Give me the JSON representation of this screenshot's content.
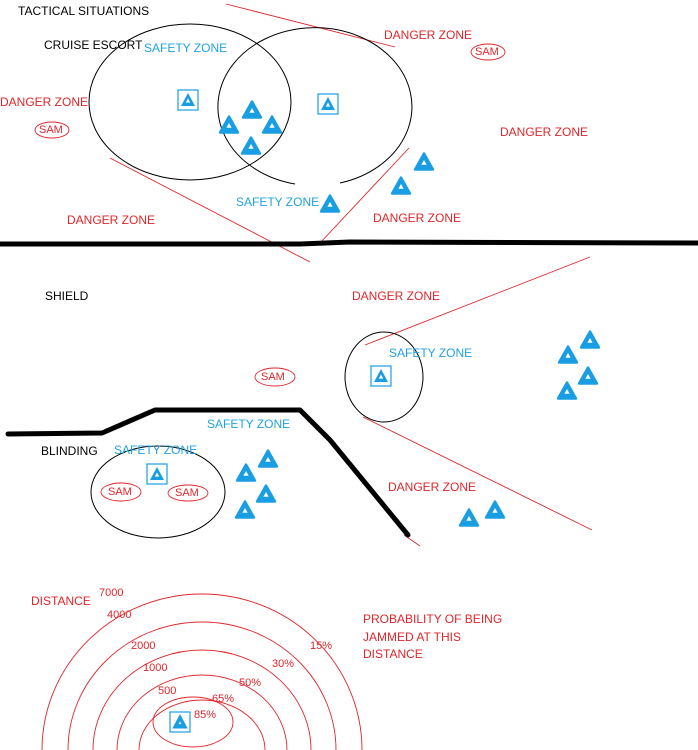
{
  "title": "TACTICAL SITUATIONS",
  "colors": {
    "danger": "#e0262b",
    "safety": "#21a2e0",
    "unit": "#1a9ee3",
    "divider": "#000000"
  },
  "cruise_escort": {
    "label": "CRUISE ESCORT",
    "safety_zone_labels": [
      "SAFETY ZONE",
      "SAFETY ZONE"
    ],
    "danger_zone_labels": [
      "DANGER ZONE",
      "DANGER ZONE",
      "DANGER ZONE",
      "DANGER ZONE",
      "DANGER ZONE"
    ],
    "sam_labels": [
      "SAM",
      "SAM"
    ]
  },
  "shield": {
    "label": "SHIELD",
    "safety_zone_label": "SAFETY ZONE",
    "danger_zone_labels": [
      "DANGER ZONE",
      "DANGER ZONE"
    ],
    "sam_label": "SAM"
  },
  "blinding": {
    "label": "BLINDING",
    "safety_zone_labels": [
      "SAFETY ZONE",
      "SAFETY ZONE"
    ],
    "sam_labels": [
      "SAM",
      "SAM"
    ]
  },
  "jamming": {
    "distance_label": "DISTANCE",
    "distances": [
      "7000",
      "4000",
      "2000",
      "1000",
      "500"
    ],
    "probabilities": [
      "15%",
      "30%",
      "50%",
      "65%",
      "85%"
    ],
    "probability_caption": [
      "PROBABILITY OF BEING",
      "JAMMED AT THIS",
      "DISTANCE"
    ]
  },
  "icons": {
    "unit": "triangle-unit-icon",
    "boxed_unit": "boxed-triangle-unit-icon"
  }
}
